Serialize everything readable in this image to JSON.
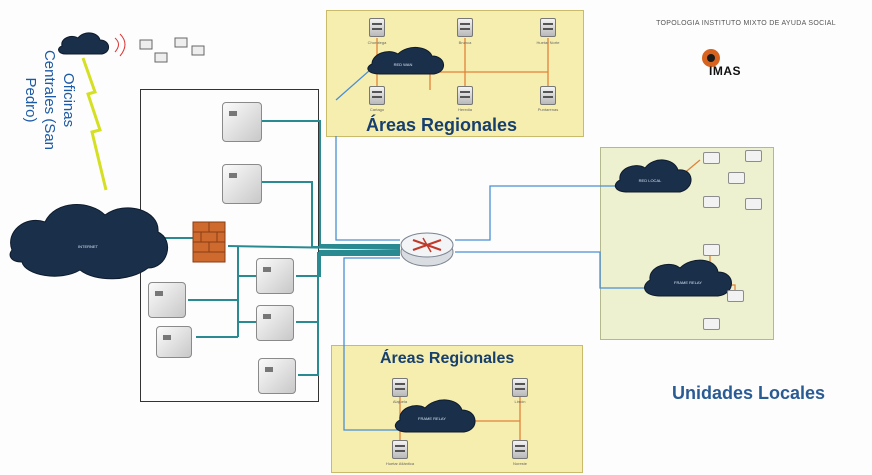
{
  "header": {
    "title": "TOPOLOGIA INSTITUTO MIXTO DE AYUDA SOCIAL"
  },
  "logo": {
    "text": "IMAS"
  },
  "central_offices": {
    "label": "Oficinas Centrales (San Pedro)"
  },
  "regional_top": {
    "title": "Áreas Regionales"
  },
  "regional_bottom": {
    "title": "Áreas Regionales"
  },
  "local_units": {
    "title": "Unidades Locales"
  },
  "clouds": {
    "internet": "INTERNET",
    "wan_top": "RED WAN",
    "local_a": "RED LOCAL",
    "local_b": "FRAME RELAY",
    "wan_bottom": "FRAME RELAY"
  },
  "top_servers": [
    "Chorotega",
    "Brunca",
    "Huetar Norte",
    "Cartago",
    "Heredia",
    "Puntarenas"
  ],
  "bottom_servers": [
    "Alajuela",
    "Limón",
    "Huetar Atlántica",
    "Noreste"
  ],
  "colors": {
    "region_fill": "#f6eeae",
    "local_fill": "#eef1cf",
    "link_teal": "#2a8a92",
    "link_blue": "#4a8fd4",
    "link_orange": "#e0823a",
    "title_blue": "#173f6e",
    "units_blue": "#2a5c94"
  },
  "icons": {
    "router": "router-icon",
    "firewall": "firewall-icon",
    "cloud": "cloud-icon",
    "server": "server-icon",
    "lightning": "wireless-link-icon"
  }
}
